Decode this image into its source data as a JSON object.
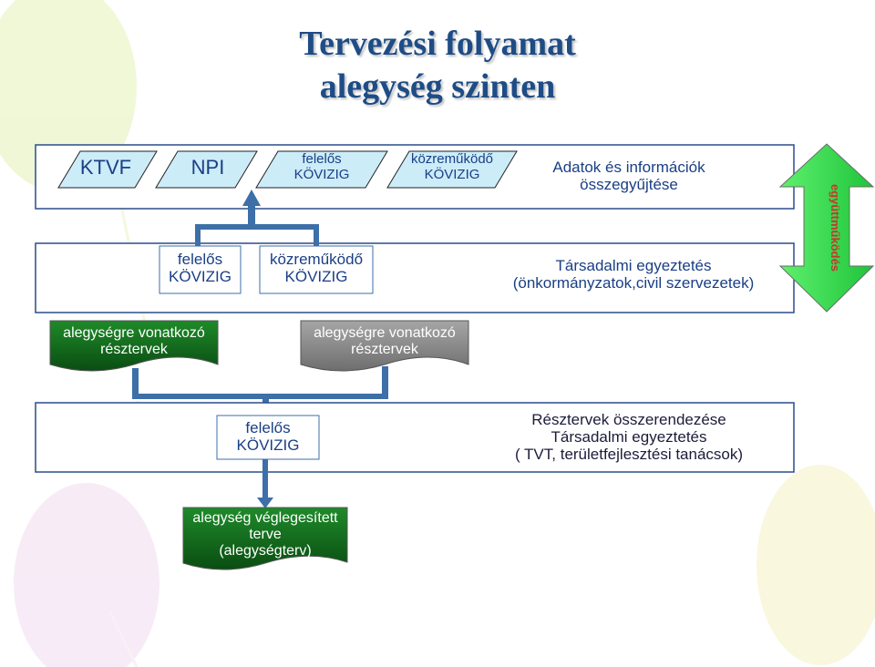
{
  "title": {
    "line1": "Tervezési folyamat",
    "line2": "alegység szinten"
  },
  "row1": {
    "ktvf": "KTVF",
    "npi": "NPI",
    "felelos": {
      "line1": "felelős",
      "line2": "KÖVIZIG"
    },
    "kozremukodo": {
      "line1": "közreműködő",
      "line2": "KÖVIZIG"
    },
    "desc": {
      "line1": "Adatok és információk",
      "line2": "összegyűjtése"
    }
  },
  "row2": {
    "felelos": {
      "line1": "felelős",
      "line2": "KÖVIZIG"
    },
    "kozremukodo": {
      "line1": "közreműködő",
      "line2": "KÖVIZIG"
    },
    "desc": {
      "line1": "Társadalmi egyeztetés",
      "line2": "(önkormányzatok,civil szervezetek)"
    }
  },
  "arrow_label": "együttműködés",
  "docs": {
    "left": {
      "line1": "alegységre vonatkozó",
      "line2": "résztervek"
    },
    "right": {
      "line1": "alegységre vonatkozó",
      "line2": "résztervek"
    }
  },
  "row3": {
    "felelos": {
      "line1": "felelős",
      "line2": "KÖVIZIG"
    },
    "desc": {
      "line1": "Résztervek összerendezése",
      "line2": "Társadalmi egyeztetés",
      "line3": "( TVT, területfejlesztési tanácsok)"
    }
  },
  "final_doc": {
    "line1": "alegység véglegesített",
    "line2": "terve",
    "line3": "(alegységterv)"
  },
  "colors": {
    "title": "#1e4c86",
    "text": "#1a3f85",
    "connector": "#3d6fa8",
    "green_dark": "#0e5e16",
    "green_arrow": "#33d94d"
  }
}
